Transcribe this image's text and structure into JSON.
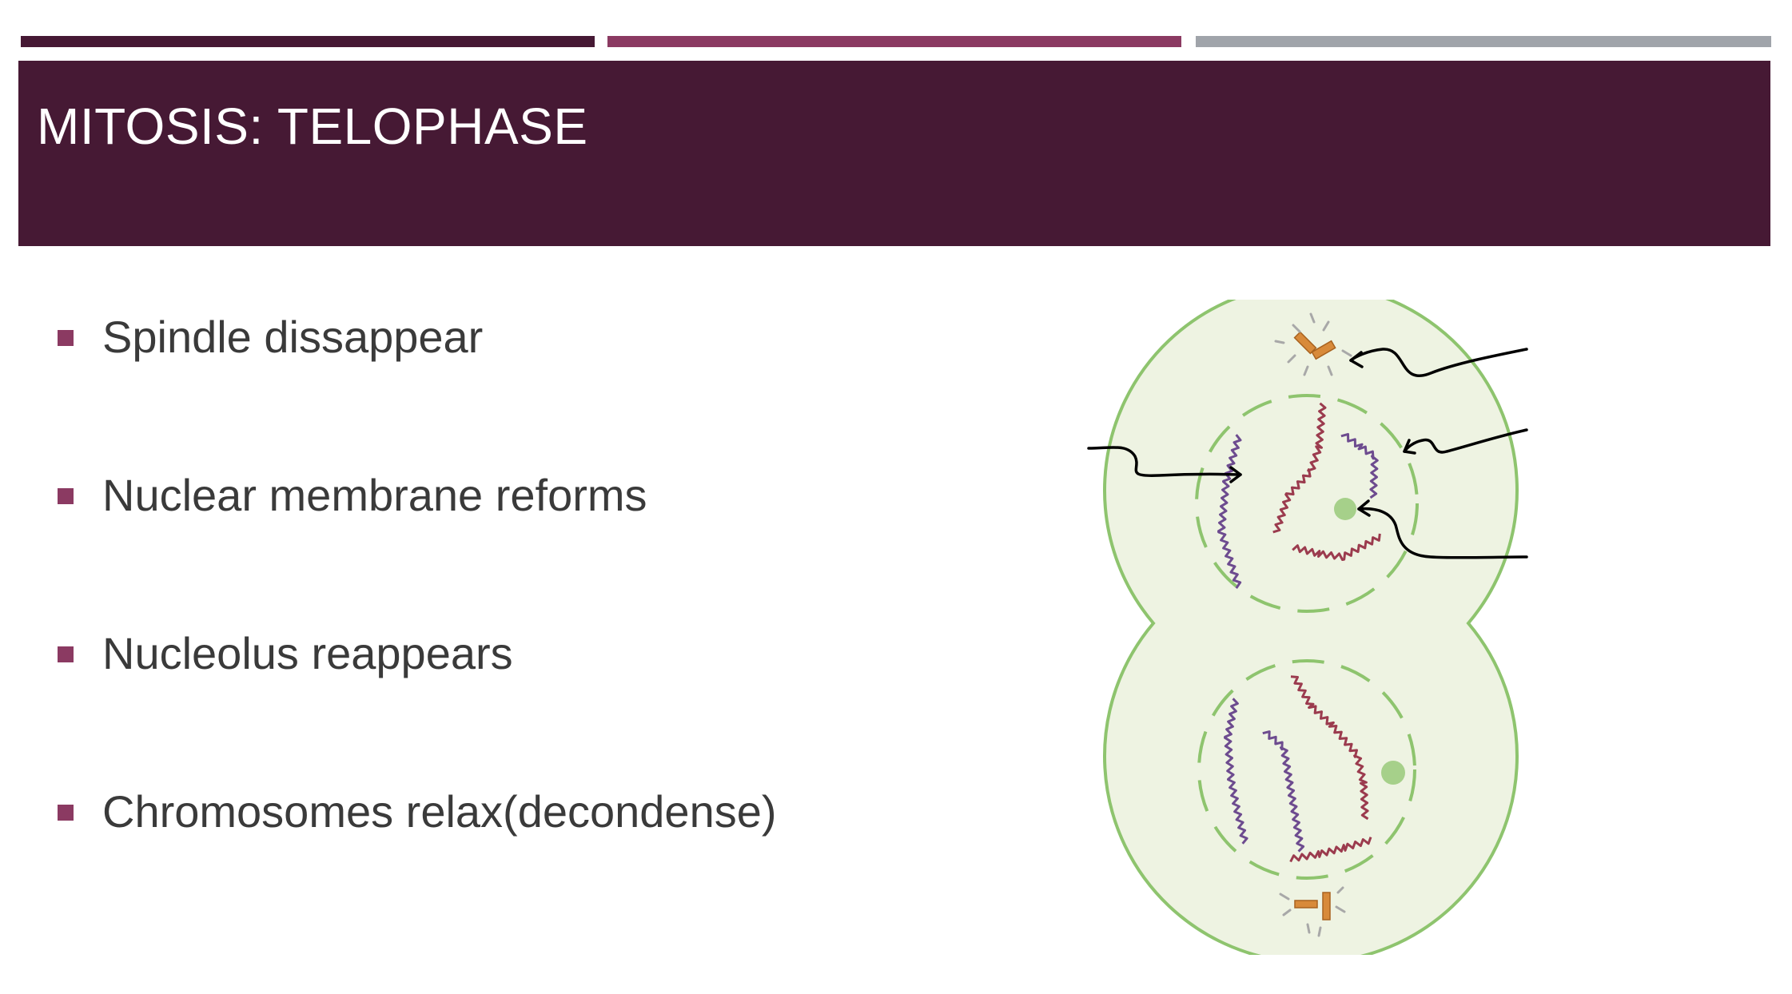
{
  "slide": {
    "title": "MITOSIS: TELOPHASE",
    "bullets": [
      "Spindle dissappear",
      "Nuclear membrane reforms",
      "Nucleolus reappears",
      "Chromosomes relax(decondense)"
    ]
  },
  "theme": {
    "title_band_color": "#461934",
    "accent_bar_colors": [
      "#461934",
      "#8b3a62",
      "#a0a4aa"
    ],
    "bullet_marker_color": "#8b3a62",
    "body_text_color": "#3a3a3a"
  },
  "illustration": {
    "name": "telophase-cell-diagram",
    "cell_fill": "#eef3e2",
    "cell_outline": "#8ec46e",
    "nuclear_envelope_color": "#8ec46e",
    "nucleolus_color": "#a6d08a",
    "chromosome_colors": [
      "#6d4b8f",
      "#9b3b4e"
    ],
    "centriole_color": "#d88a3a",
    "pointer_arrow_color": "#000000"
  }
}
